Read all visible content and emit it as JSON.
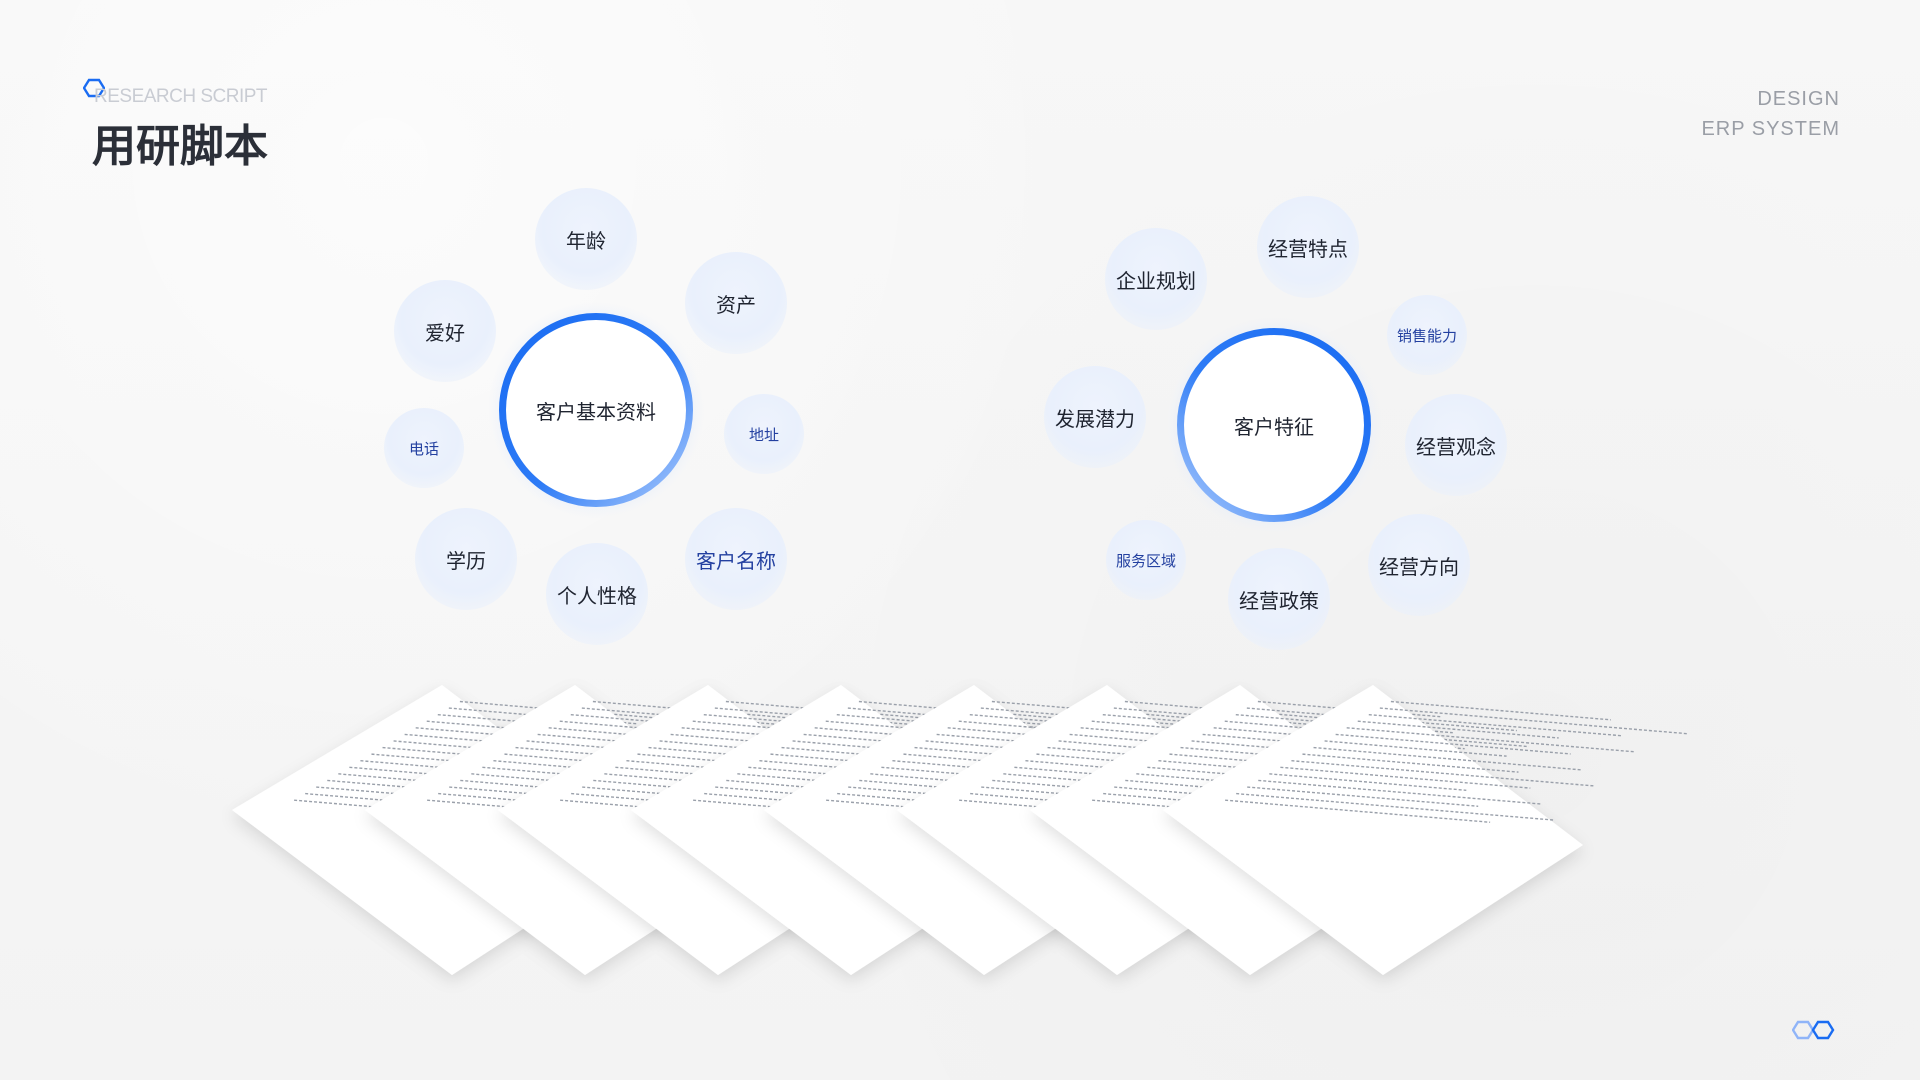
{
  "header": {
    "subtitle": "RESEARCH SCRIPT",
    "title": "用研脚本",
    "brand_line1": "DESIGN",
    "brand_line2": "ERP SYSTEM"
  },
  "cluster_left": {
    "center": "客户基本资料",
    "items": [
      "年龄",
      "资产",
      "爱好",
      "地址",
      "电话",
      "客户名称",
      "学历",
      "个人性格"
    ]
  },
  "cluster_right": {
    "center": "客户特征",
    "items": [
      "企业规划",
      "经营特点",
      "销售能力",
      "发展潜力",
      "经营观念",
      "服务区域",
      "经营方向",
      "经营政策"
    ]
  },
  "colors": {
    "accent": "#1a6cf2",
    "bubble": "#e9f0fc",
    "label_blue": "#2340a0"
  },
  "icons": [
    "hexagon-logo-icon",
    "double-hexagon-icon"
  ]
}
